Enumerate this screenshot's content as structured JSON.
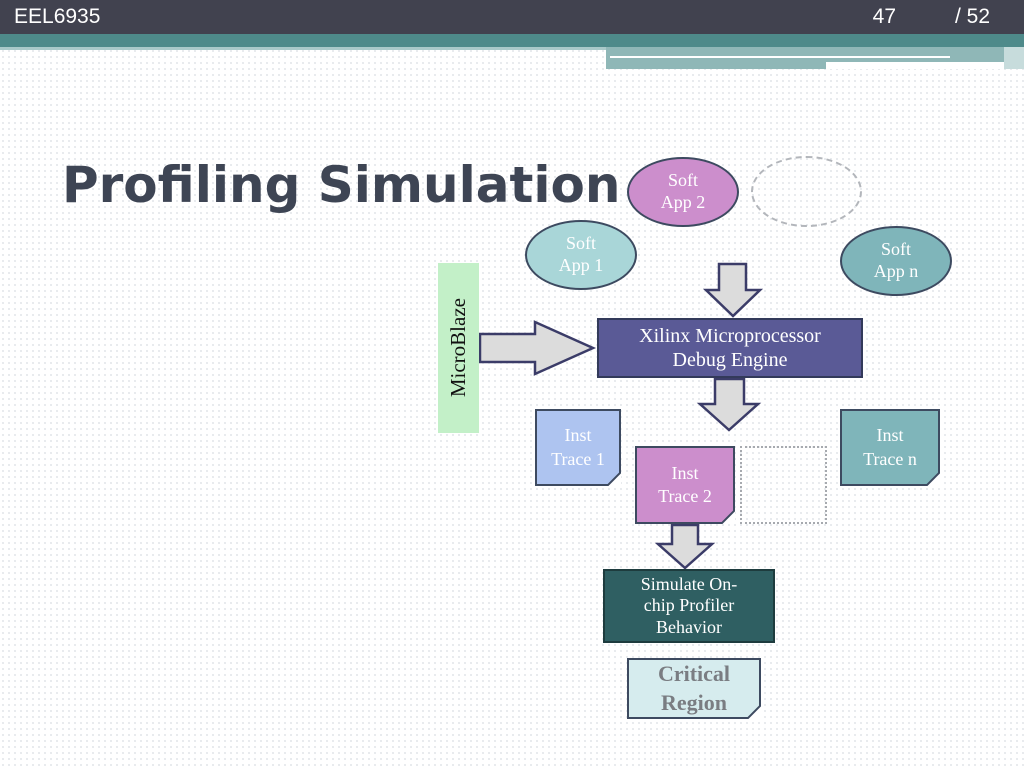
{
  "header": {
    "course": "EEL6935",
    "page_current": "47",
    "page_total": "/ 52"
  },
  "slide": {
    "title": "Profiling Simulation"
  },
  "diagram": {
    "soft_app_2": "Soft\nApp 2",
    "soft_app_1": "Soft\nApp 1",
    "soft_app_n": "Soft\nApp n",
    "microblaze": "MicroBlaze",
    "debug_engine": "Xilinx Microprocessor\nDebug Engine",
    "inst_trace_1": "Inst\nTrace 1",
    "inst_trace_2": "Inst\nTrace 2",
    "inst_trace_n": "Inst\nTrace n",
    "simulate": "Simulate On-\nchip Profiler\nBehavior",
    "critical_region": "Critical\nRegion"
  },
  "colors": {
    "header_bg": "#41424f",
    "accent_teal": "#4e8a8a",
    "title_text": "#3e4554",
    "pink": "#cc8ecc",
    "light_teal": "#a9d6d8",
    "mid_teal": "#7fb5ba",
    "engine_purple": "#5a5a96",
    "dark_teal": "#2f5f62",
    "microblaze_green": "#c3f0c8",
    "arrow_fill": "#dcdcdc",
    "arrow_stroke": "#3b3c68"
  }
}
